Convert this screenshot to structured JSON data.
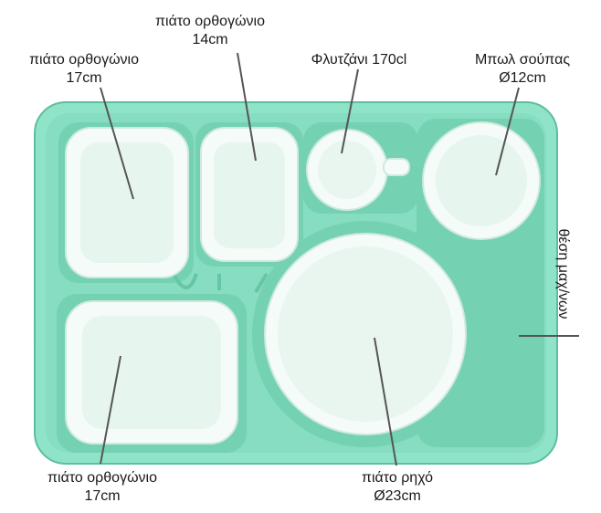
{
  "colors": {
    "tray": "#8fe3c8",
    "tray_shade": "#6fcfae",
    "tray_edge": "#5bbf9d",
    "dish": "#f4fbf8",
    "dish_inner": "#e6f5ee",
    "leader": "#555555"
  },
  "labels": {
    "top_left": {
      "line1": "πιάτο ορθογώνιο",
      "line2": "17cm"
    },
    "top_mid": {
      "line1": "πιάτο ορθογώνιο",
      "line2": "14cm"
    },
    "cup": {
      "line1": "Φλυτζάνι 170cl"
    },
    "bowl": {
      "line1": "Μπωλ σούπας",
      "line2": "Ø12cm"
    },
    "bottom_left": {
      "line1": "πιάτο ορθογώνιο",
      "line2": "17cm"
    },
    "plate": {
      "line1": "πιάτο ρηχό",
      "line2": "Ø23cm"
    },
    "cutlery": {
      "line1": "θέση μαχ/νων"
    }
  }
}
